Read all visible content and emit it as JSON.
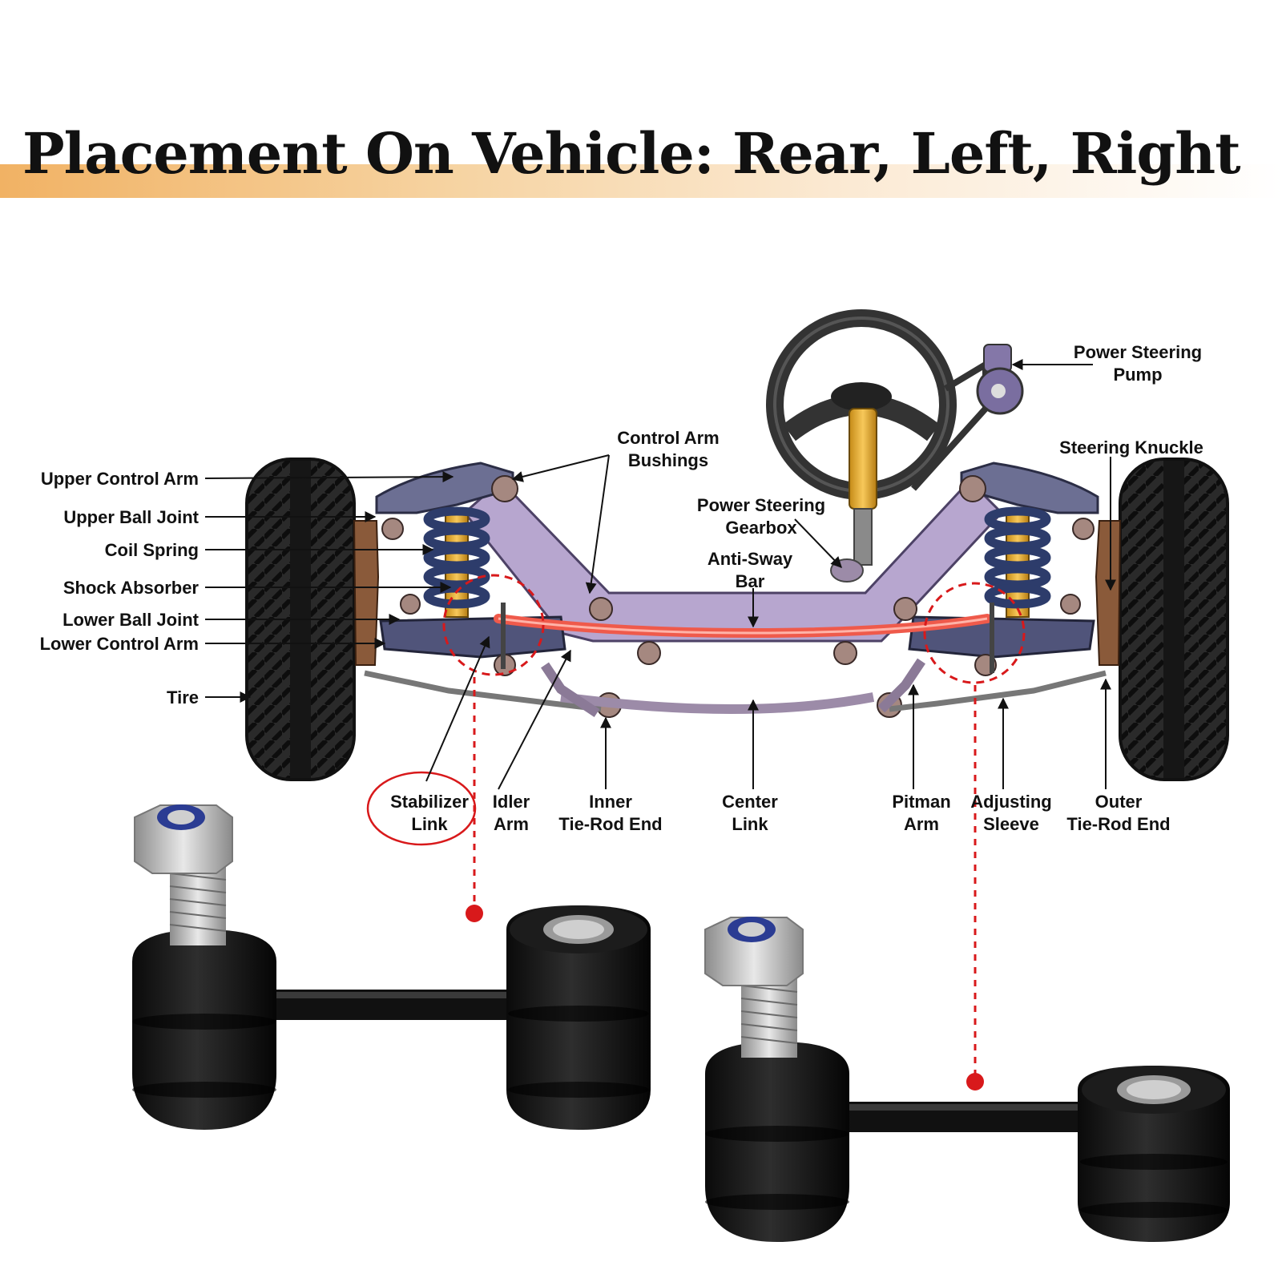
{
  "title": "Placement On Vehicle: Rear, Left, Right",
  "labels": {
    "upper_control_arm": "Upper Control Arm",
    "upper_ball_joint": "Upper Ball Joint",
    "coil_spring": "Coil Spring",
    "shock_absorber": "Shock Absorber",
    "lower_ball_joint": "Lower Ball Joint",
    "lower_control_arm": "Lower Control Arm",
    "tire": "Tire",
    "control_arm_bushings": [
      "Control Arm",
      "Bushings"
    ],
    "power_steering_gearbox": [
      "Power Steering",
      "Gearbox"
    ],
    "anti_sway_bar": [
      "Anti-Sway",
      "Bar"
    ],
    "power_steering_pump": [
      "Power Steering",
      "Pump"
    ],
    "steering_knuckle": "Steering Knuckle",
    "stabilizer_link": [
      "Stabilizer",
      "Link"
    ],
    "idler_arm": [
      "Idler",
      "Arm"
    ],
    "inner_tie_rod_end": [
      "Inner",
      "Tie-Rod End"
    ],
    "center_link": [
      "Center",
      "Link"
    ],
    "pitman_arm": [
      "Pitman",
      "Arm"
    ],
    "adjusting_sleeve": [
      "Adjusting",
      "Sleeve"
    ],
    "outer_tie_rod_end": [
      "Outer",
      "Tie-Rod End"
    ]
  },
  "colors": {
    "frame": "#b7a6cf",
    "arm": "#6c6f93",
    "spring": "#2d3c6b",
    "shock": "#f0b43a",
    "sway_bar": "#ef5a4b",
    "highlight": "#d8191b",
    "tire": "#1f1f1f",
    "title_band": "#f1b264"
  }
}
